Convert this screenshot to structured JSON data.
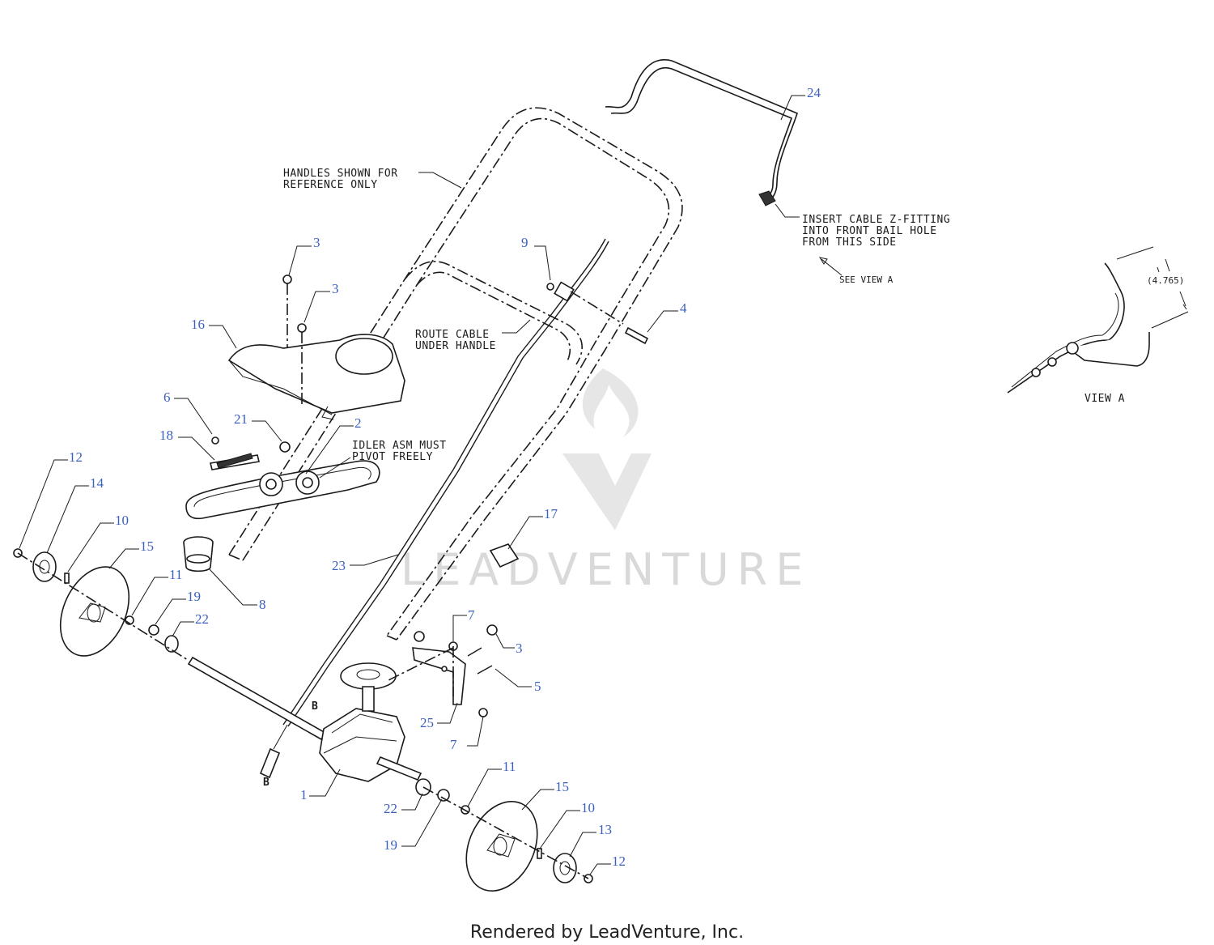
{
  "colors": {
    "callout": "#3a5fbf",
    "line": "#1a1a1a",
    "watermark": "#d9d9d9"
  },
  "notes": {
    "handles": [
      "HANDLES SHOWN FOR",
      "REFERENCE ONLY"
    ],
    "route_cable": [
      "ROUTE CABLE",
      "UNDER HANDLE"
    ],
    "idler": [
      "IDLER ASM MUST",
      "PIVOT FREELY"
    ],
    "insert_cable": [
      "INSERT CABLE Z-FITTING",
      "INTO FRONT BAIL HOLE",
      "FROM THIS SIDE"
    ],
    "see_view": "SEE VIEW A",
    "view_label": "VIEW A",
    "dimension": "(4.765)",
    "cable_end_a": "B",
    "cable_end_b": "B"
  },
  "watermark": "LEADVENTURE",
  "footer": "Rendered by LeadVenture, Inc.",
  "callouts": [
    "24",
    "3",
    "3",
    "9",
    "16",
    "4",
    "6",
    "21",
    "2",
    "18",
    "12",
    "14",
    "10",
    "15",
    "17",
    "11",
    "19",
    "8",
    "22",
    "23",
    "7",
    "3",
    "5",
    "25",
    "7",
    "1",
    "11",
    "15",
    "22",
    "10",
    "19",
    "13",
    "12"
  ]
}
